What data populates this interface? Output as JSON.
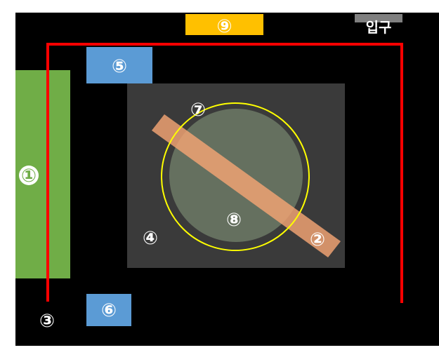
{
  "colors": {
    "background": "#000000",
    "frame": "#ffffff",
    "zone1": "#70ad47",
    "zone56": "#5b9bd5",
    "zone9": "#ffc000",
    "entrance": "#7f7f7f",
    "center_area": "#3a3a3a",
    "circle_fill": "#65705f",
    "ring": "#ffff00",
    "bar": "#f4a574",
    "rail": "#ff0000",
    "label_dark_bg": "#ffffff"
  },
  "labels": {
    "z1": "①",
    "z2": "②",
    "z3": "③",
    "z4": "④",
    "z5": "⑤",
    "z6": "⑥",
    "z7": "⑦",
    "z8": "⑧",
    "z9": "⑨",
    "entrance": "입구"
  }
}
